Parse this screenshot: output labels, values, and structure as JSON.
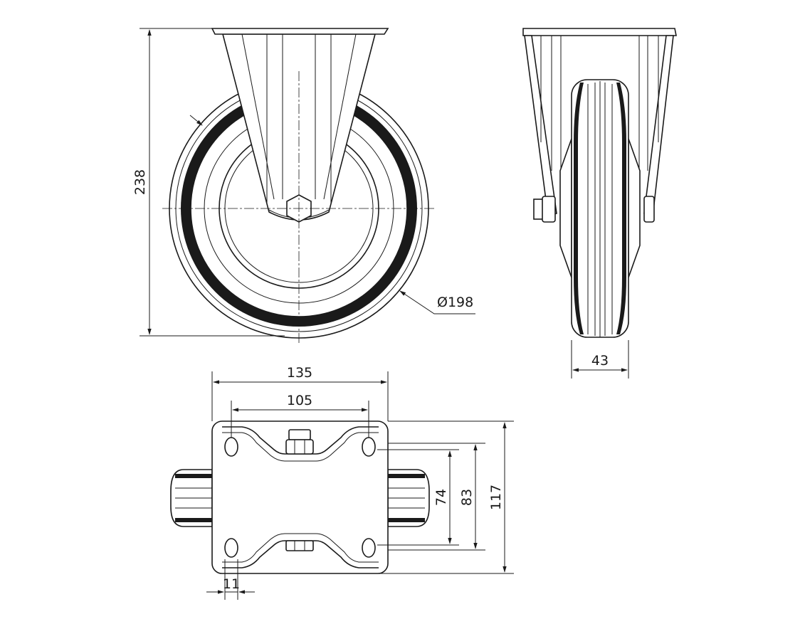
{
  "drawing": {
    "dimensions": {
      "height": "238",
      "wheel_diameter": "Ø198",
      "wheel_width": "43",
      "plate_length": "135",
      "hole_spacing_length": "105",
      "hole_spacing_width": "74",
      "inner_width": "83",
      "plate_width": "117",
      "hole_diameter": "11"
    }
  }
}
